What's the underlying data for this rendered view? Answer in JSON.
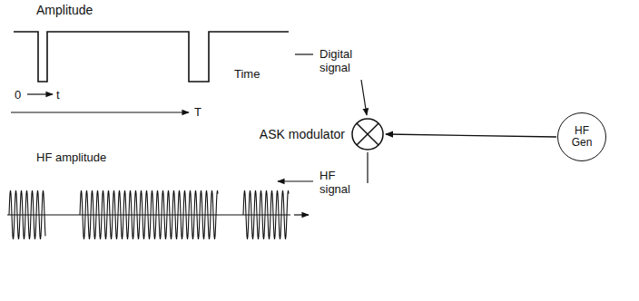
{
  "diagram": {
    "nodes": [
      {
        "text": [
          "ASK modulator"
        ]
      },
      {
        "text": [
          "HF Gen"
        ]
      }
    ],
    "edges": [
      {
        "from": 1,
        "to": 0,
        "arrow": "to"
      }
    ],
    "labels": [
      "Amplitude",
      "0",
      "t",
      "Time",
      "T",
      "Digital signal",
      "HF amplitude",
      "HF signal"
    ]
  }
}
